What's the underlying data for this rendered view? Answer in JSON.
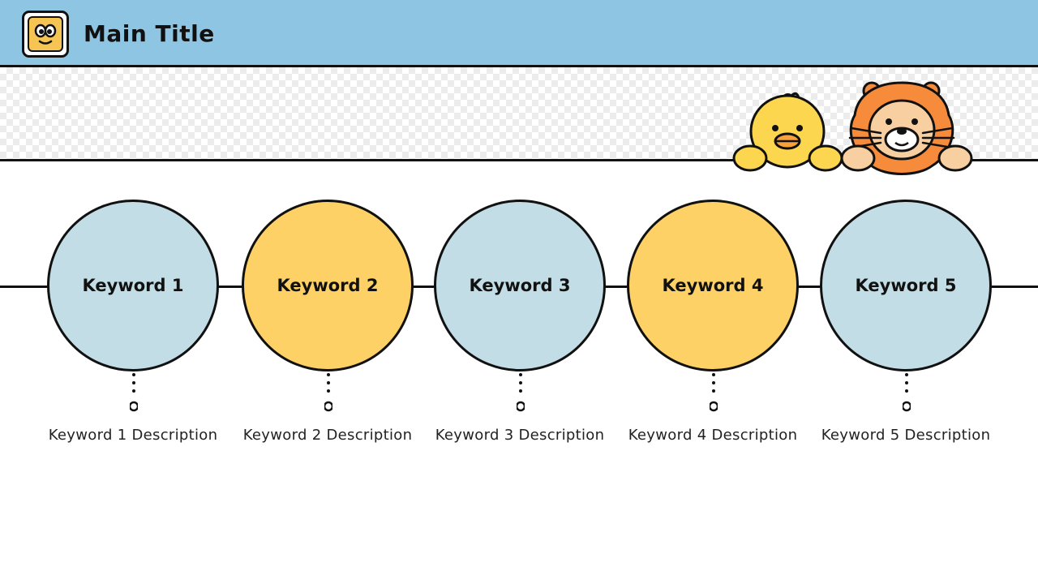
{
  "header": {
    "title": "Main Title",
    "background_color": "#8ec5e2",
    "logo_icon": "mascot-face-icon"
  },
  "decorations": {
    "mascots": [
      "chick-mascot-icon",
      "lion-mascot-icon"
    ]
  },
  "timeline": {
    "items": [
      {
        "label": "Keyword 1",
        "description": "Keyword 1 Description",
        "color": "#c2dde5"
      },
      {
        "label": "Keyword 2",
        "description": "Keyword 2 Description",
        "color": "#fdd166"
      },
      {
        "label": "Keyword 3",
        "description": "Keyword 3 Description",
        "color": "#c2dde5"
      },
      {
        "label": "Keyword 4",
        "description": "Keyword 4 Description",
        "color": "#fdd166"
      },
      {
        "label": "Keyword 5",
        "description": "Keyword 5 Description",
        "color": "#c2dde5"
      }
    ]
  }
}
